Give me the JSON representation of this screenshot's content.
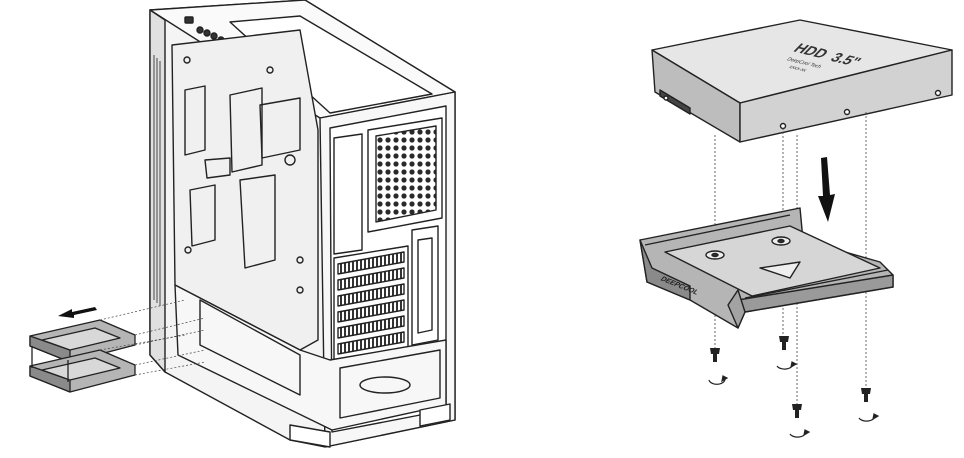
{
  "figure": {
    "hdd_label": "HDD",
    "hdd_size": "3.5\"",
    "hdd_small_line1": "DeepCool Tech",
    "hdd_small_line2": "xxxx-xx",
    "bracket_brand": "DEEPCOOL",
    "colors": {
      "stroke": "#222222",
      "hdd_top": "#e6e6e6",
      "hdd_side": "#c9c9c9",
      "bracket": "#b5b5b5",
      "bracket_dark": "#8a8a8a",
      "case_panel": "#f4f4f4",
      "mesh": "#2a2a2a"
    },
    "icons": [
      "left-arrow-icon",
      "down-arrow-icon",
      "screw-icon",
      "rotate-icon"
    ]
  }
}
